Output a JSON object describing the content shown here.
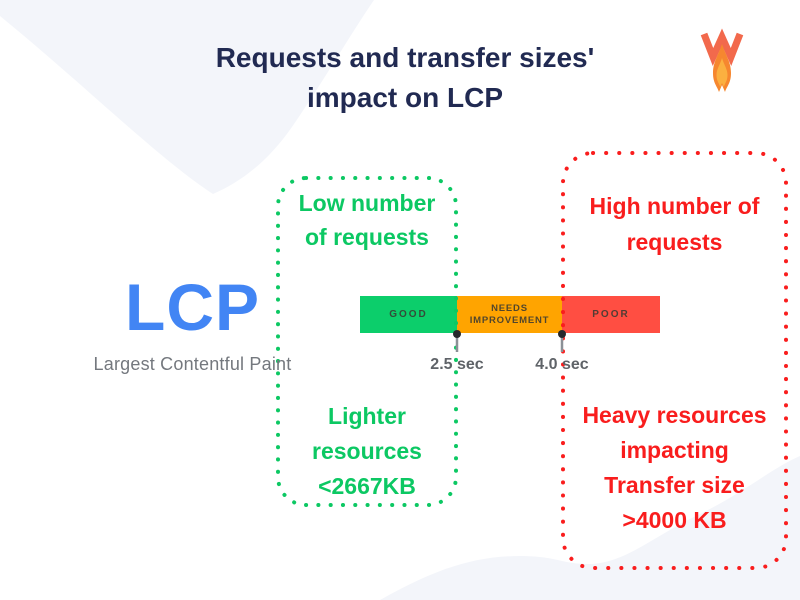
{
  "title": {
    "lines": [
      "Requests and transfer sizes'",
      "impact on LCP"
    ],
    "color": "#212a52"
  },
  "brand": {
    "name": "WP Rocket logo",
    "letter_color": "#f2694c",
    "flame_outer_color": "#f6872f",
    "flame_inner_color": "#fbb040"
  },
  "lcp_logo": {
    "acronym": "LCP",
    "full_name": "Largest Contentful Paint",
    "acronym_color": "#4285f4",
    "full_name_color": "#74787e"
  },
  "scale": {
    "type": "threshold-bar",
    "segments": [
      {
        "label": "GOOD",
        "color": "#0cce6b"
      },
      {
        "label": "NEEDS IMPROVEMENT",
        "color": "#ffa400"
      },
      {
        "label": "POOR",
        "color": "#ff4e42"
      }
    ],
    "thresholds": [
      {
        "label": "2.5 sec"
      },
      {
        "label": "4.0 sec"
      }
    ]
  },
  "annotations": {
    "good": {
      "color": "#0cc863",
      "top_lines": [
        "Low number",
        "of requests"
      ],
      "bottom_lines": [
        "Lighter",
        "resources",
        "<2667KB"
      ]
    },
    "poor": {
      "color": "#f91d1d",
      "top_lines": [
        "High number of",
        "requests"
      ],
      "bottom_lines": [
        "Heavy resources",
        "impacting",
        "Transfer size",
        ">4000 KB"
      ]
    }
  },
  "colors": {
    "background": "#ffffff",
    "blob": "#f3f5fa",
    "tick_text": "#5f6368",
    "pin_dot": "#26282c",
    "pin_line": "#8b9096"
  }
}
